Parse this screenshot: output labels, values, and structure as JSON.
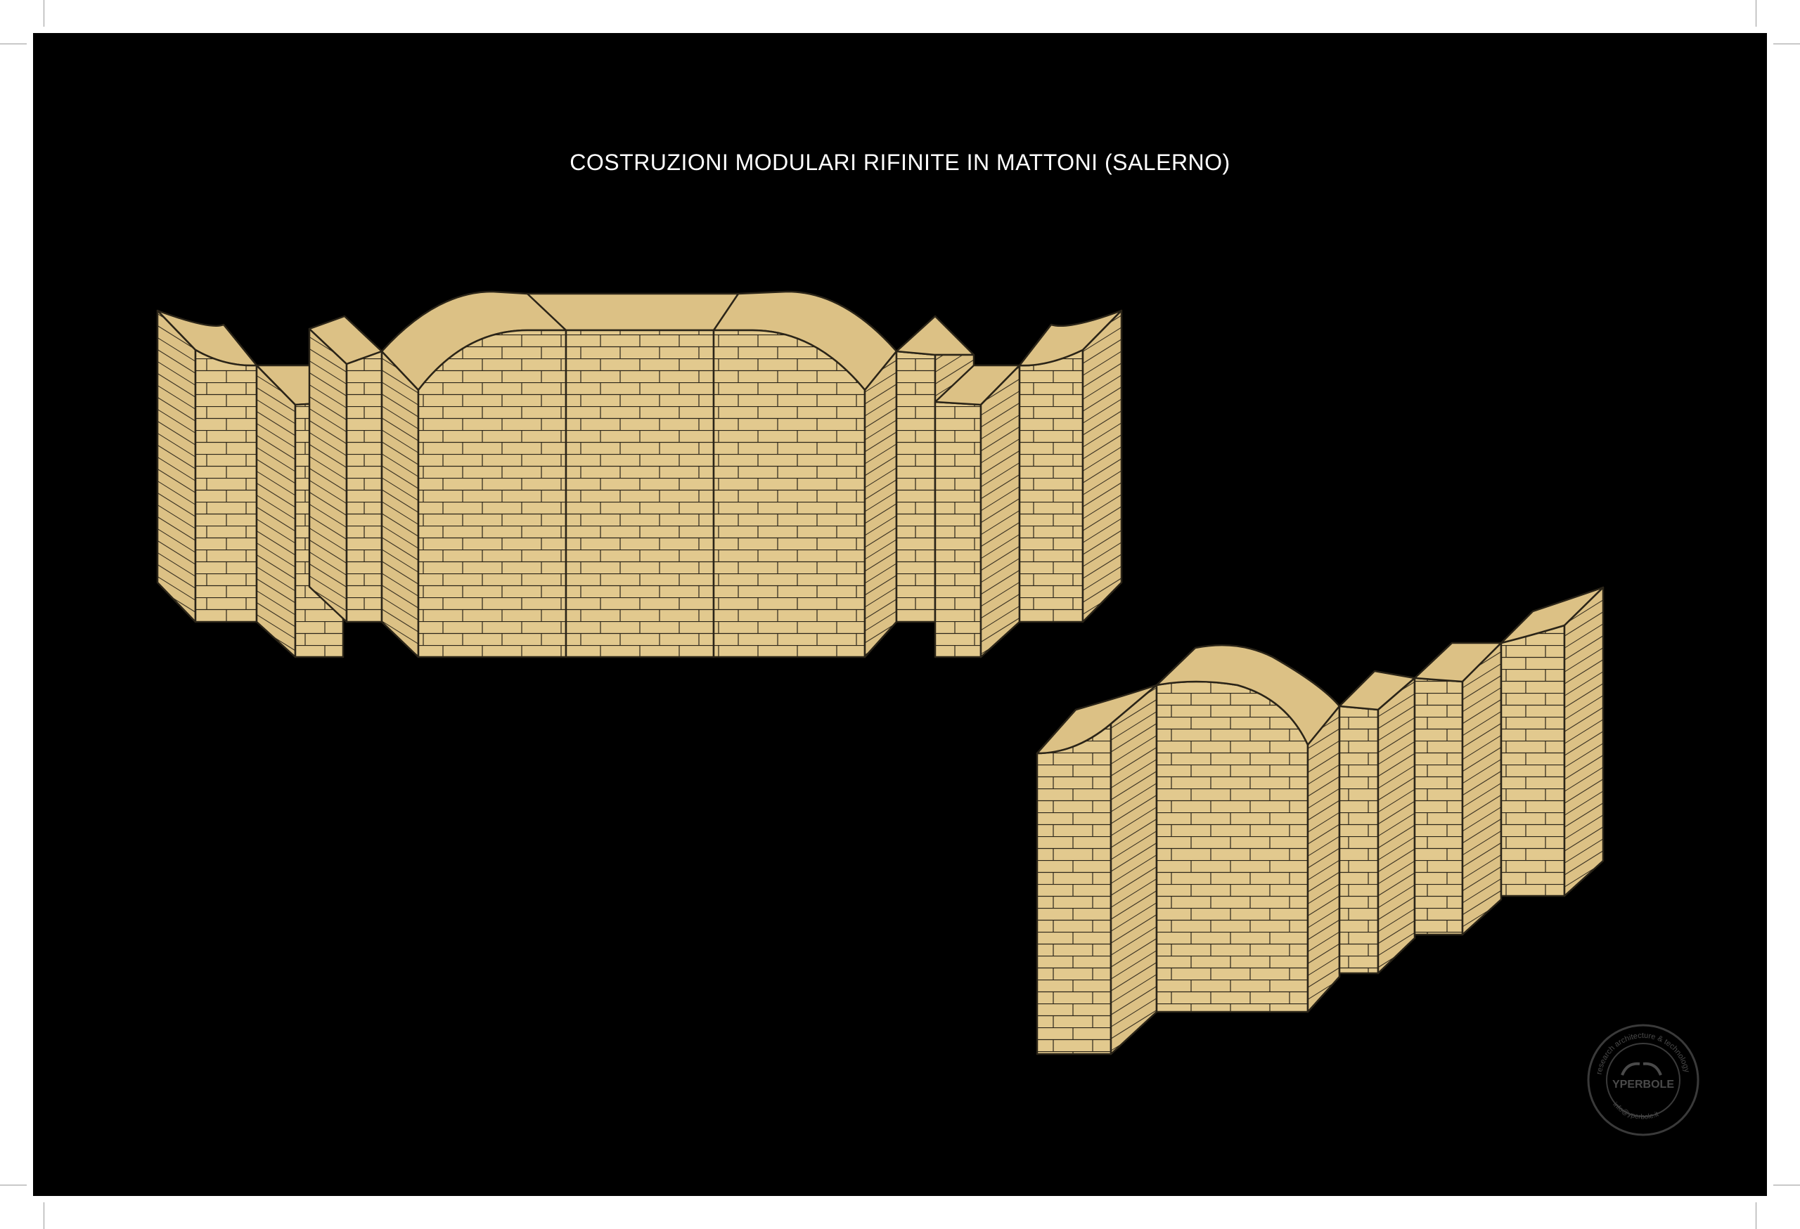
{
  "title": "COSTRUZIONI MODULARI RIFINITE IN MATTONI (SALERNO)",
  "colors": {
    "background": "#000000",
    "brick_face": "#e2c98e",
    "brick_side": "#dcc185",
    "mortar_line": "#2a2418",
    "title_text": "#ffffff",
    "logo": "#3a3a3a"
  },
  "logo": {
    "ring_text": "research architecture & technology",
    "ring_text_bottom": "info@yperbole.it",
    "brand": "YPERBOLE"
  }
}
